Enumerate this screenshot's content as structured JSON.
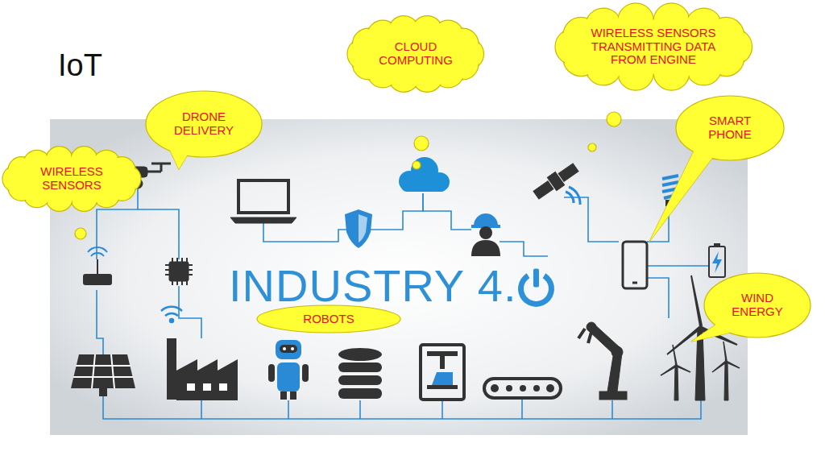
{
  "diagram": {
    "title": "IoT",
    "nodes": [
      {
        "text": [
          "WIRELESS SENSORS"
        ]
      },
      {
        "text": [
          "DRONE DELIVERY"
        ]
      },
      {
        "text": [
          "CLOUD COMPUTING"
        ]
      },
      {
        "text": [
          "WIRELESS SENSORS TRANSMITTING DATA FROM ENGINE"
        ]
      },
      {
        "text": [
          "SMART PHONE"
        ]
      },
      {
        "text": [
          "ROBOTS"
        ]
      },
      {
        "text": [
          "WIND ENERGY"
        ]
      }
    ],
    "labels": [
      "INDUSTRY 4."
    ]
  }
}
